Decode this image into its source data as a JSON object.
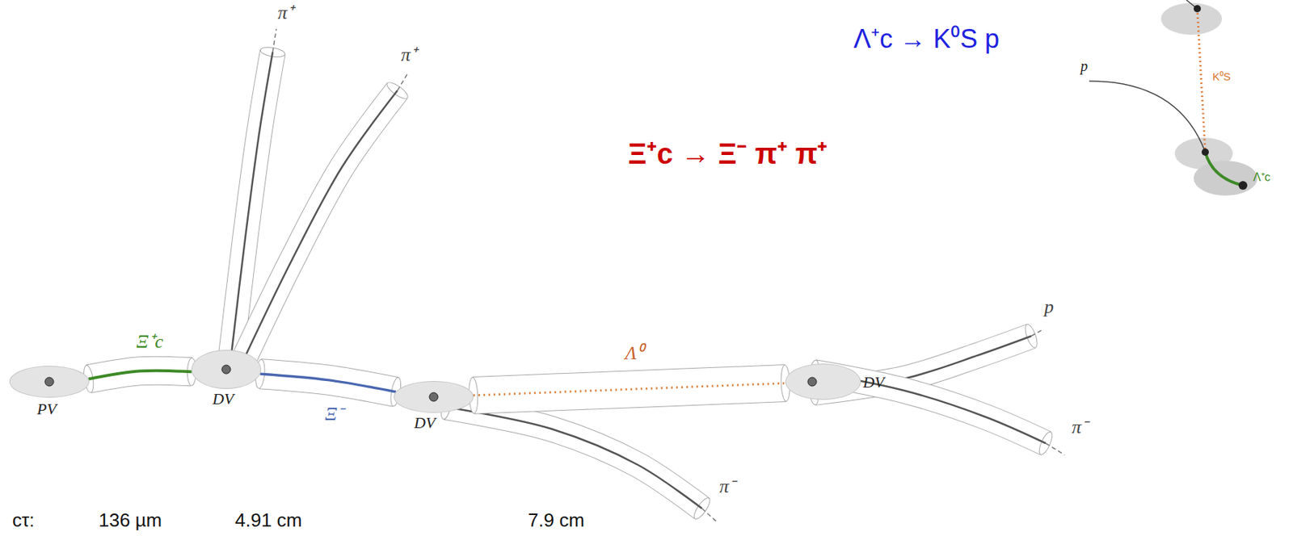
{
  "diagram": {
    "nodes": [
      {
        "text": [
          "PV"
        ]
      },
      {
        "text": [
          "DV"
        ]
      },
      {
        "text": [
          "DV"
        ]
      },
      {
        "text": [
          "DV"
        ]
      }
    ],
    "edges": [
      {
        "from": 0,
        "to": 1,
        "arrow": "none",
        "label": "Ξ⁺c"
      },
      {
        "from": 1,
        "to": 2,
        "arrow": "none",
        "label": "Ξ⁻"
      },
      {
        "from": 2,
        "to": 3,
        "arrow": "none",
        "label": "Λ⁰"
      }
    ],
    "labels": [
      "π⁺",
      "π⁺",
      "Λ⁺c → K⁰S p",
      "p",
      "K⁰S",
      "Λ⁺c",
      "Ξ⁺c → Ξ⁻ π⁺ π⁺",
      "p",
      "π⁻",
      "π⁻",
      "cτ:",
      "136 µm",
      "4.91 cm",
      "7.9 cm"
    ]
  }
}
